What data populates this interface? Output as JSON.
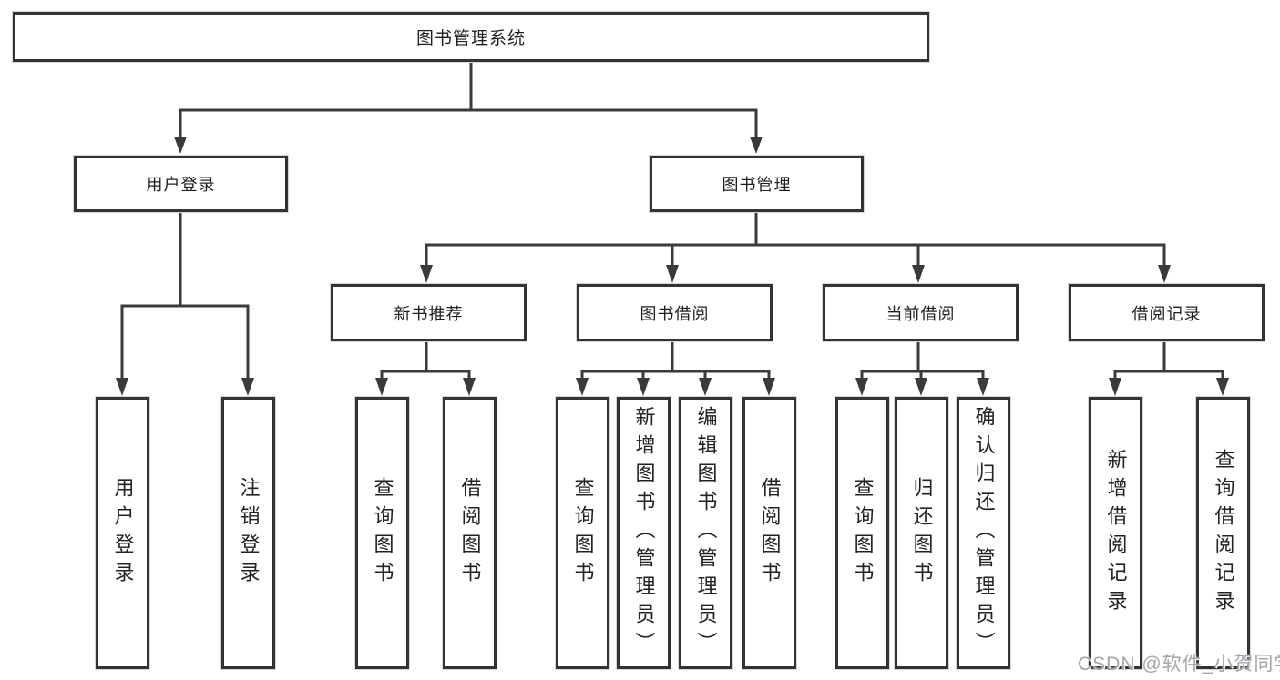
{
  "diagram": {
    "title": "图书管理系统",
    "nodes": {
      "root": "图书管理系统",
      "level2": [
        "用户登录",
        "图书管理"
      ],
      "level3": [
        "新书推荐",
        "图书借阅",
        "当前借阅",
        "借阅记录"
      ],
      "leaves": [
        "用户登录",
        "注销登录",
        "查询图书",
        "借阅图书",
        "查询图书",
        "新增图书（管理员）",
        "编辑图书（管理员）",
        "借阅图书",
        "查询图书",
        "归还图书",
        "确认归还（管理员）",
        "新增借阅记录",
        "查询借阅记录"
      ]
    },
    "colors": {
      "line": "#3a3a3a",
      "box_border": "#333333",
      "text": "#1f1f1f",
      "background": "#ffffff",
      "watermark": "#a2a5aa"
    }
  },
  "watermark": {
    "text": "CSDN @软件_小贺同学"
  }
}
